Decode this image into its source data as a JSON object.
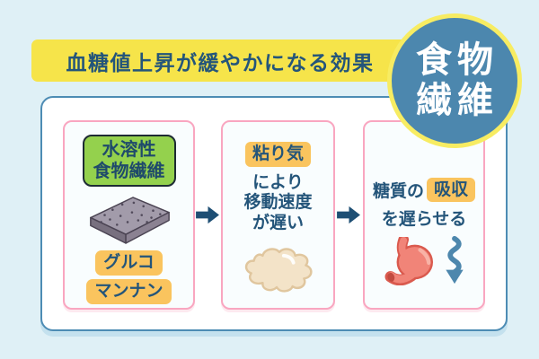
{
  "canvas": {
    "bg": "#dff0f6"
  },
  "header": {
    "banner": {
      "label": "血糖値上昇が緩やかになる効果",
      "bg": "#f6e44a",
      "text_color": "#24557a"
    },
    "badge": {
      "line1": "食物",
      "line2": "繊維",
      "bg": "#4c87ae",
      "ring_color": "#f7ec62",
      "text_color": "#ffffff"
    }
  },
  "panel": {
    "bg": "#ffffff",
    "border_color": "#4d8cb4"
  },
  "steps": [
    {
      "title_line1": "水溶性",
      "title_line2": "食物繊維",
      "title_bg": "#94d14d",
      "icon": "konjac-block",
      "tags": [
        "グルコ",
        "マンナン"
      ]
    },
    {
      "highlight": "粘り気",
      "lines": [
        "により",
        "移動速度",
        "が遅い"
      ],
      "icon": "viscous-blob"
    },
    {
      "prefix": "糖質の",
      "highlight": "吸収",
      "suffix": "を遅らせる",
      "icons": [
        "stomach",
        "down-wave-arrow"
      ]
    }
  ],
  "styles": {
    "box_border": "#f9a6c0",
    "box_bg": "#f9fdfe",
    "highlight_bg": "#fac45e",
    "text_color": "#24557a",
    "arrow_color": "#1e4f74",
    "stomach_color": "#f18478",
    "wave_color": "#4d87ad"
  }
}
